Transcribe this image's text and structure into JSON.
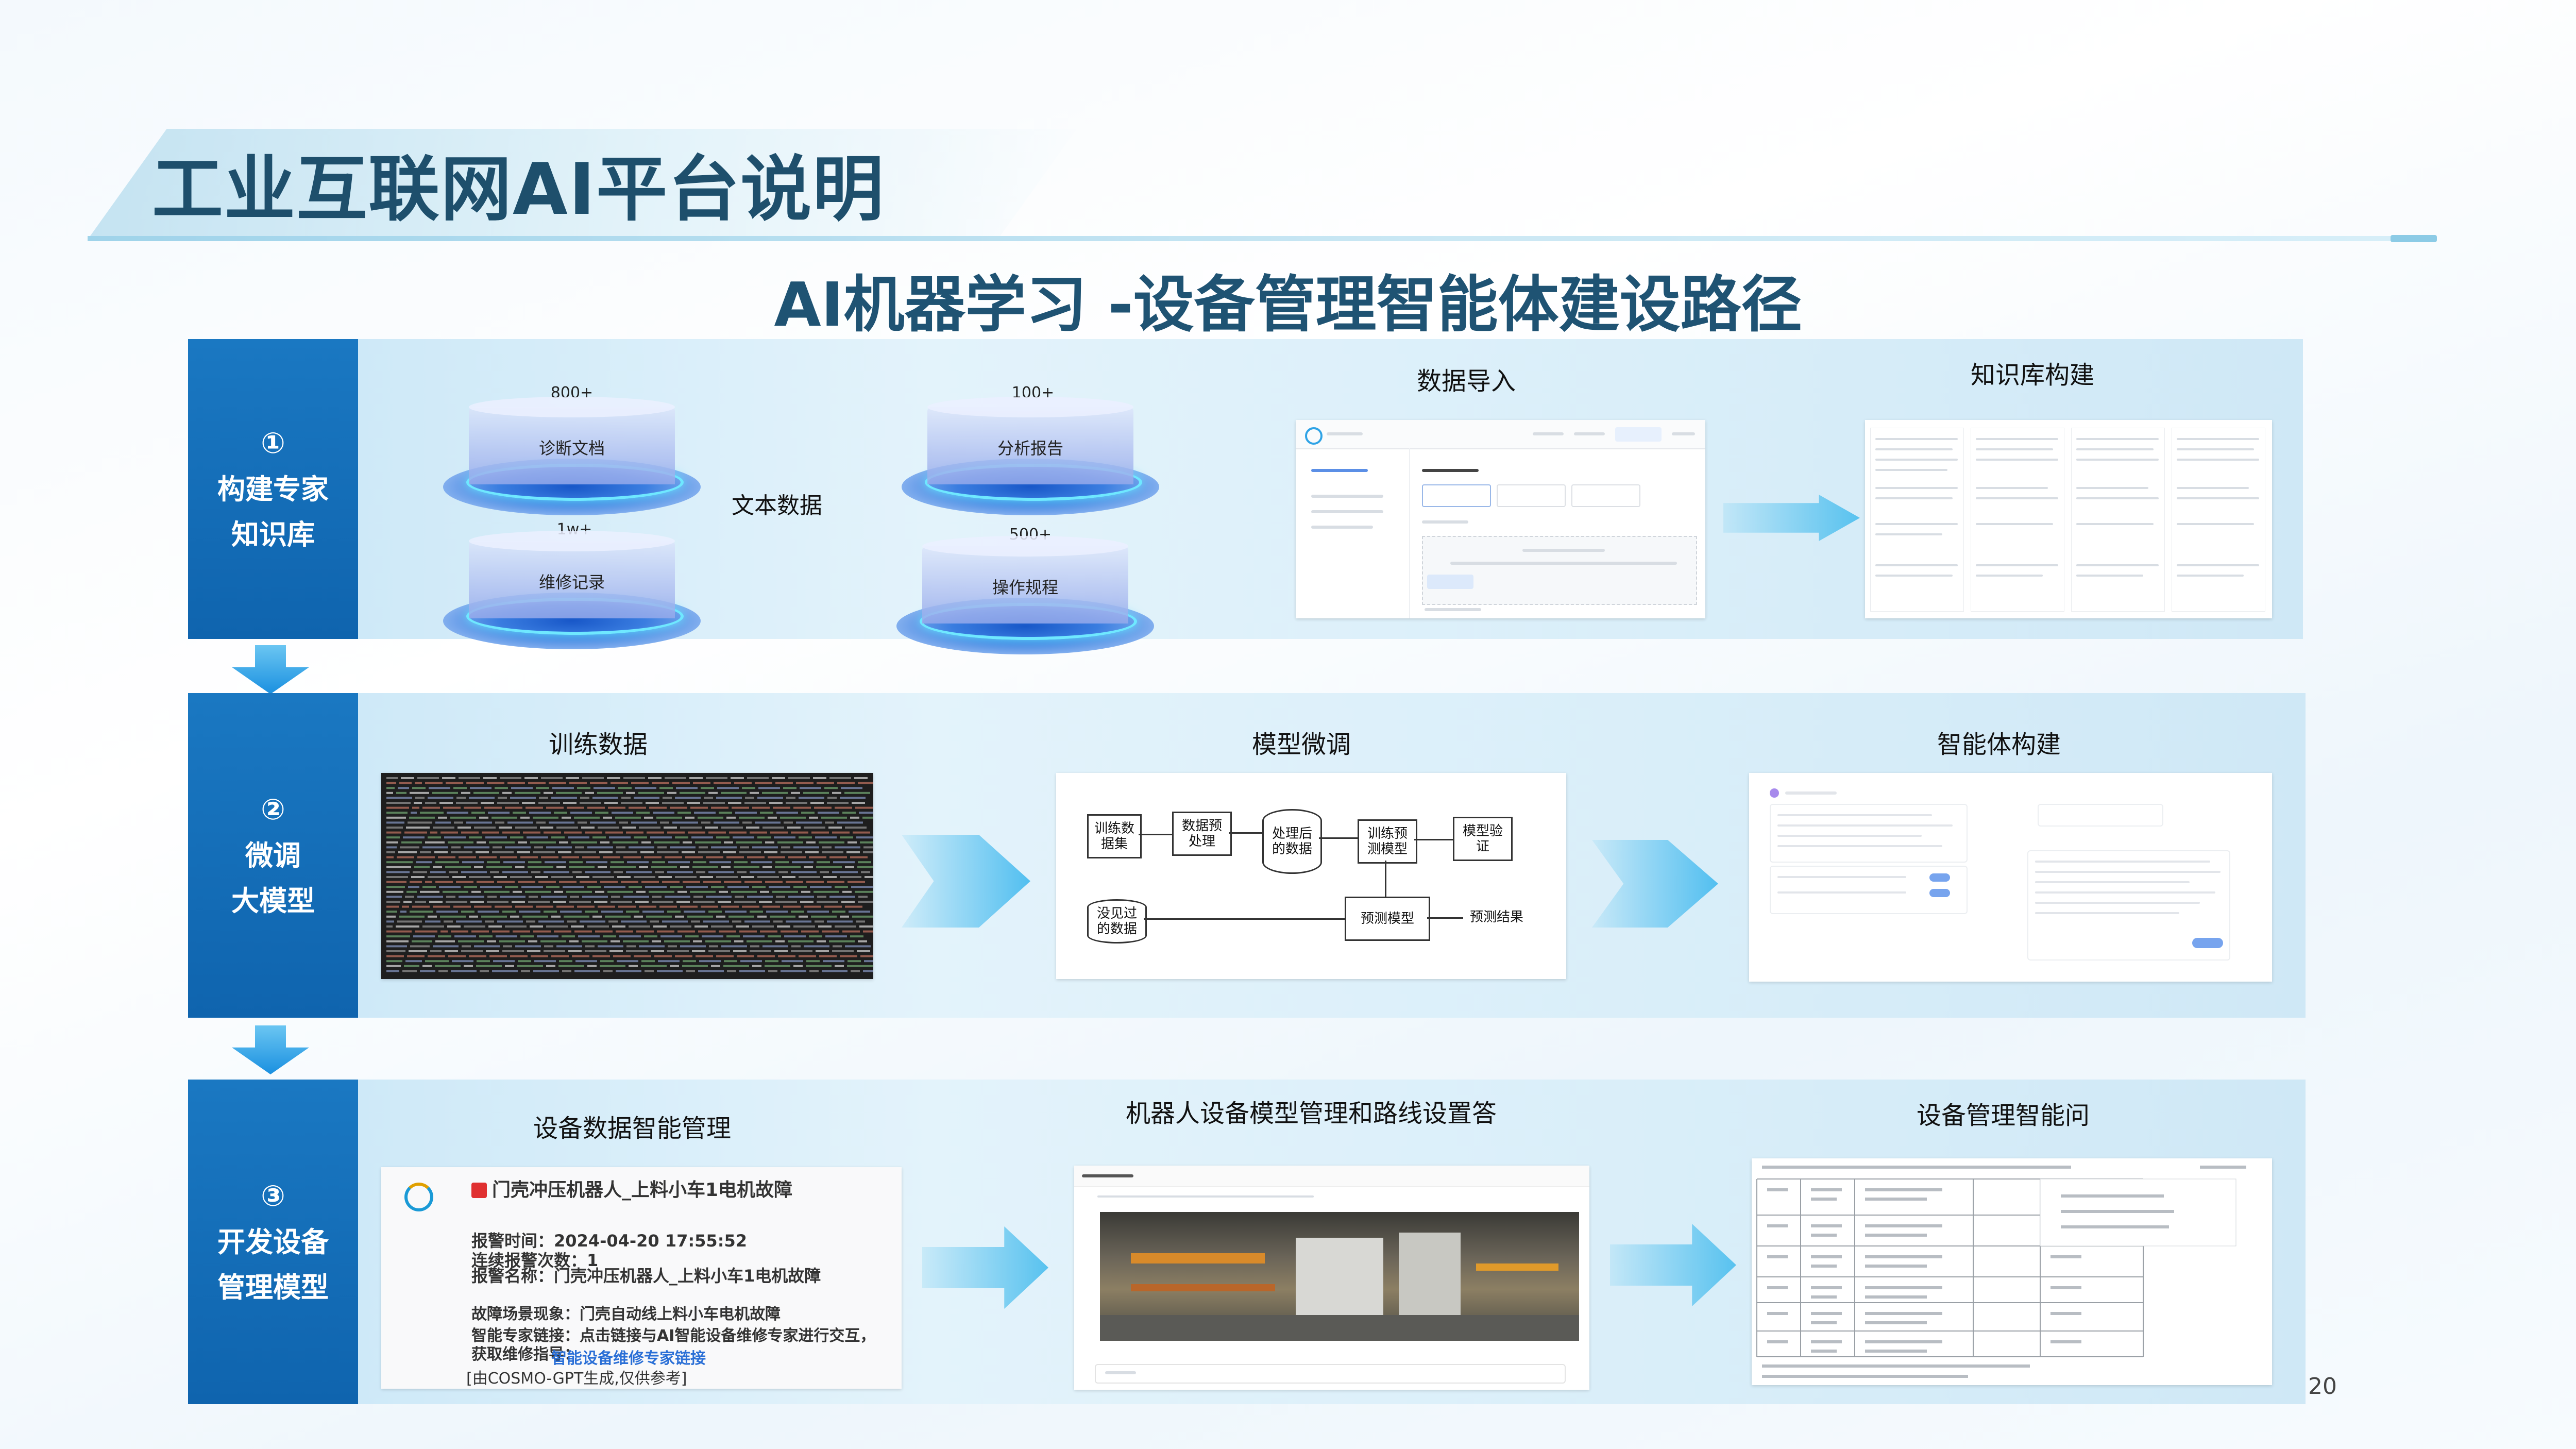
{
  "header": {
    "title": "工业互联网AI平台说明",
    "subtitle": "AI机器学习 -设备管理智能体建设路径"
  },
  "rows": [
    {
      "num": "①",
      "label": "构建专家\n知识库",
      "discs": [
        {
          "count": "800+",
          "label": "诊断文档"
        },
        {
          "count": "1w+",
          "label": "维修记录"
        },
        {
          "count": "100+",
          "label": "分析报告"
        },
        {
          "count": "500+",
          "label": "操作规程"
        }
      ],
      "center_label": "文本数据",
      "caption_import": "数据导入",
      "caption_kb": "知识库构建"
    },
    {
      "num": "②",
      "label": "微调\n大模型",
      "caption_train": "训练数据",
      "caption_finetune": "模型微调",
      "caption_agent": "智能体构建",
      "flow": {
        "train_data": "训练数\n据集",
        "preprocess": "数据预\n处理",
        "processed": "处理后\n的数据",
        "train_model": "训练预\n测模型",
        "validate": "模型验\n证",
        "unseen": "没见过\n的数据",
        "predict_model": "预测模型",
        "predict_result": "预测结果"
      }
    },
    {
      "num": "③",
      "label": "开发设备\n管理模型",
      "caption_data": "设备数据智能管理",
      "caption_robot": "机器人设备模型管理和路线设置答",
      "caption_qa": "设备管理智能问",
      "alert": {
        "title": "门壳冲压机器人_上料小车1电机故障",
        "time": "报警时间：2024-04-20 17:55:52",
        "count": "连续报警次数：1",
        "name": "报警名称：门壳冲压机器人_上料小车1电机故障",
        "scene": "故障场景现象：门壳自动线上料小车电机故障",
        "link_desc": "智能专家链接：点击链接与AI智能设备维修专家进行交互，获取维修指导：",
        "link": "智能设备维修专家链接",
        "footer": "[由COSMO-GPT生成,仅供参考]"
      }
    }
  ],
  "page_number": "20",
  "colors": {
    "side_blue": "#1370b8",
    "title_dark": "#1e4f6c",
    "arrow_light_blue": "#58c2ef"
  }
}
